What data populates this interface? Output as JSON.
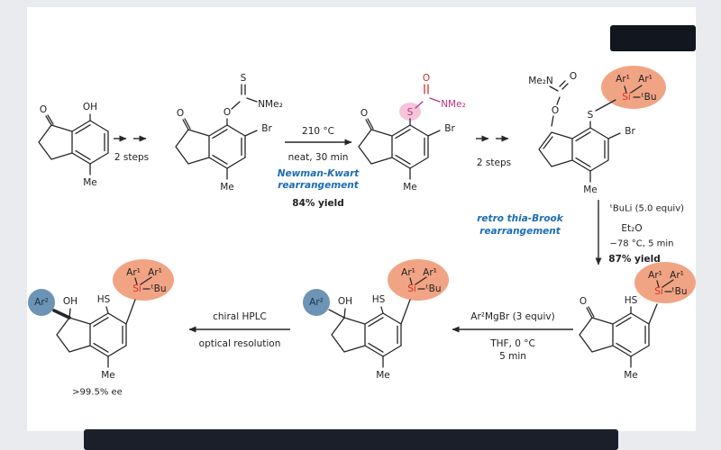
{
  "scheme": {
    "structures": {
      "s1": {
        "ketone_o": "O",
        "hydroxyl": "OH",
        "methyl": "Me"
      },
      "s2": {
        "ketone_o": "O",
        "ester_o": "O",
        "thione_s": "S",
        "amide": "NMe₂",
        "bromide": "Br",
        "methyl": "Me"
      },
      "s3": {
        "ketone_o": "O",
        "thioester_s": "S",
        "carbonyl_o": "O",
        "amide": "NMe₂",
        "bromide": "Br",
        "methyl": "Me"
      },
      "s4": {
        "amine": "Me₂N",
        "carbonyl_o": "O",
        "ester_o": "O",
        "sulfur": "S",
        "ar1_a": "Ar¹",
        "ar1_b": "Ar¹",
        "silicon": "Si",
        "tbu": "ᵗBu",
        "bromide": "Br",
        "methyl": "Me"
      },
      "s5": {
        "ketone_o": "O",
        "thiol": "HS",
        "ar1_a": "Ar¹",
        "ar1_b": "Ar¹",
        "silicon": "Si",
        "tbu": "ᵗBu",
        "methyl": "Me"
      },
      "s6": {
        "ar2": "Ar²",
        "hydroxyl": "OH",
        "thiol": "HS",
        "ar1_a": "Ar¹",
        "ar1_b": "Ar¹",
        "silicon": "Si",
        "tbu": "ᵗBu",
        "methyl": "Me"
      },
      "s7": {
        "ar2": "Ar²",
        "hydroxyl": "OH",
        "thiol": "HS",
        "ar1_a": "Ar¹",
        "ar1_b": "Ar¹",
        "silicon": "Si",
        "tbu": "ᵗBu",
        "methyl": "Me",
        "ee": ">99.5% ee"
      }
    },
    "arrows": {
      "a1": {
        "label": "2 steps"
      },
      "a2": {
        "temp": "210 °C",
        "conditions": "neat, 30 min",
        "name_line1": "Newman-Kwart",
        "name_line2": "rearrangement",
        "yield": "84% yield"
      },
      "a3": {
        "label": "2 steps"
      },
      "a4": {
        "reagent": "ᵗBuLi (5.0 equiv)",
        "solvent": "Et₂O",
        "temp": "−78 °C, 5 min",
        "yield": "87% yield",
        "name_line1": "retro thia-Brook",
        "name_line2": "rearrangement"
      },
      "a5": {
        "reagent": "Ar²MgBr (3 equiv)",
        "solvent": "THF, 0 °C",
        "time": "5 min"
      },
      "a6": {
        "method": "chiral HPLC",
        "detail": "optical resolution"
      }
    },
    "colors": {
      "highlight_silyl": "#f09a77",
      "highlight_aryl": "#6d94b4",
      "highlight_sulfur": "#f5bed4",
      "silicon_red": "#d93025",
      "heteroatom_magenta": "#b5338a",
      "carbonyl_red": "#d03030",
      "mechanism_blue": "#1b6db3"
    }
  }
}
